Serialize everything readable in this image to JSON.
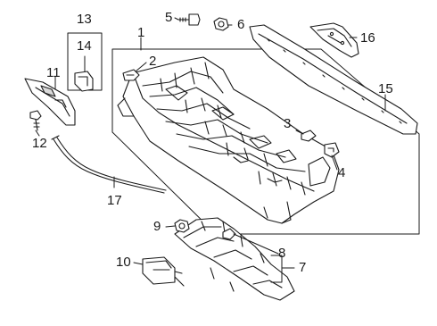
{
  "diagram": {
    "callouts": [
      {
        "id": "c1",
        "label": "1"
      },
      {
        "id": "c2",
        "label": "2"
      },
      {
        "id": "c3",
        "label": "3"
      },
      {
        "id": "c4",
        "label": "4"
      },
      {
        "id": "c5",
        "label": "5"
      },
      {
        "id": "c6",
        "label": "6"
      },
      {
        "id": "c7",
        "label": "7"
      },
      {
        "id": "c8",
        "label": "8"
      },
      {
        "id": "c9",
        "label": "9"
      },
      {
        "id": "c10",
        "label": "10"
      },
      {
        "id": "c11",
        "label": "11"
      },
      {
        "id": "c12",
        "label": "12"
      },
      {
        "id": "c13",
        "label": "13"
      },
      {
        "id": "c14",
        "label": "14"
      },
      {
        "id": "c15",
        "label": "15"
      },
      {
        "id": "c16",
        "label": "16"
      },
      {
        "id": "c17",
        "label": "17"
      }
    ],
    "colors": {
      "line": "#1a1a1a",
      "fill": "#ffffff",
      "shade": "#d9d9d9"
    }
  }
}
